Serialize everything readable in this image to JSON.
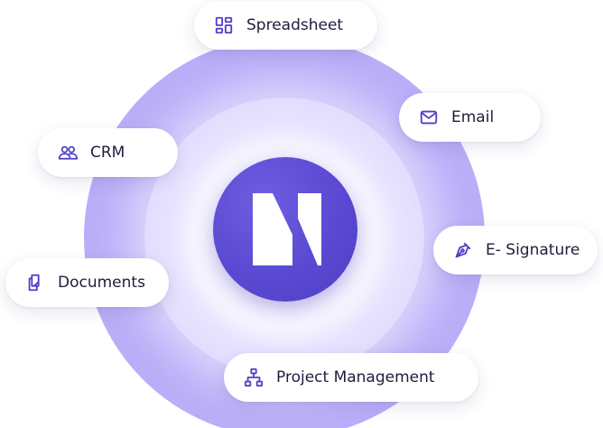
{
  "diagram": {
    "center": {
      "logo_icon": "kollabase-k-logo"
    },
    "nodes": [
      {
        "id": "spreadsheet",
        "label": "Spreadsheet",
        "icon": "grid-icon"
      },
      {
        "id": "email",
        "label": "Email",
        "icon": "envelope-icon"
      },
      {
        "id": "crm",
        "label": "CRM",
        "icon": "users-icon"
      },
      {
        "id": "esignature",
        "label": "E- Signature",
        "icon": "pen-nib-icon"
      },
      {
        "id": "documents",
        "label": "Documents",
        "icon": "documents-icon"
      },
      {
        "id": "project",
        "label": "Project Management",
        "icon": "hierarchy-icon"
      }
    ],
    "colors": {
      "accent": "#4f3fc6",
      "ring_outer": "#bcb2f9",
      "ring_inner": "#f6f4ff",
      "text": "#1f1d3a"
    }
  }
}
